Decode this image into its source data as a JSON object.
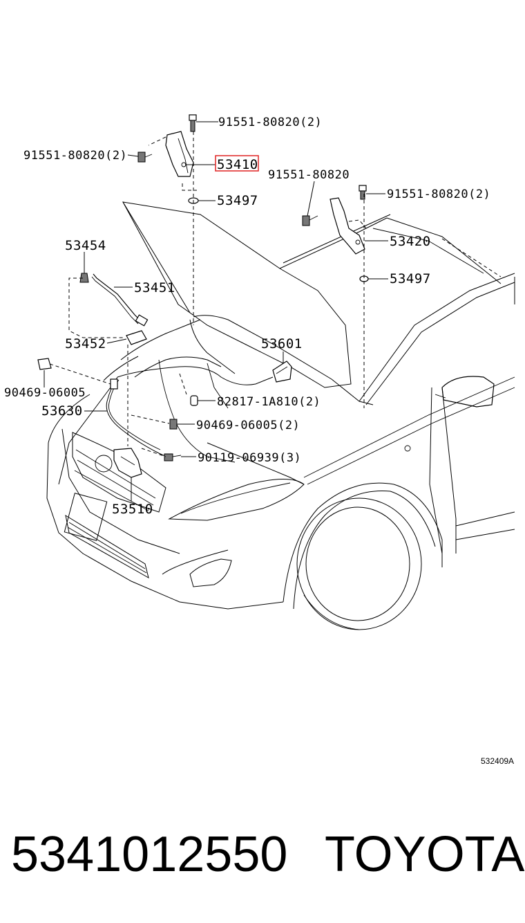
{
  "labels": {
    "bolt_hinge_top": "91551-80820(2)",
    "bolt_hinge_left": "91551-80820(2)",
    "hinge_left": "53410",
    "bolt_right_a": "91551-80820",
    "bolt_right_b": "91551-80820(2)",
    "washer_left": "53497",
    "hinge_right": "53420",
    "washer_right": "53497",
    "cushion": "53454",
    "support_rod": "53451",
    "rod_holder": "53452",
    "lever": "53601",
    "clip_left": "90469-06005",
    "clip_grommet": "82817-1A810(2)",
    "cable": "53630",
    "clip_center": "90469-06005(2)",
    "bolt_lock": "90119-06939(3)",
    "hood_lock": "53510"
  },
  "highlight_color": "#e23030",
  "diagram_code": "532409A",
  "footer": {
    "part_number": "5341012550",
    "brand": "TOYOTA"
  }
}
